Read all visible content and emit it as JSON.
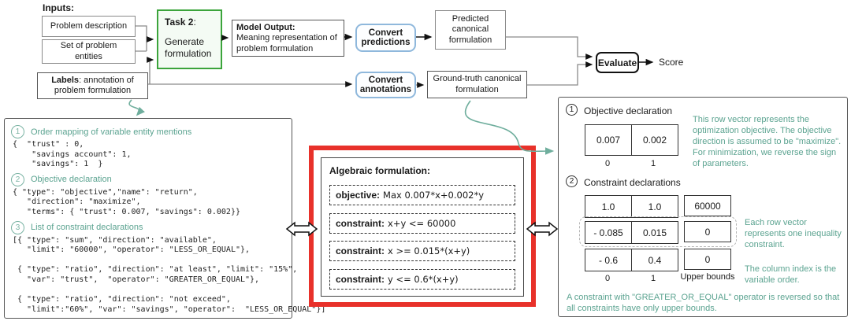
{
  "colors": {
    "accent_teal": "#5ba390",
    "task_green": "#3ba43b",
    "convert_blue": "#8fb8dc",
    "frame_red": "#e8312a"
  },
  "flow": {
    "inputs_label": "Inputs:",
    "problem_description": "Problem description",
    "problem_entities": "Set of problem entities",
    "task": {
      "title": "Task 2",
      "colon": ":",
      "subtitle": "Generate formulation"
    },
    "model_output": {
      "title": "Model Output:",
      "body": "Meaning representation of problem formulation"
    },
    "convert_predictions": "Convert predictions",
    "predicted_canonical": "Predicted canonical formulation",
    "labels_box": {
      "bold": "Labels",
      "rest": ": annotation of problem formulation"
    },
    "convert_annotations": "Convert annotations",
    "ground_truth": "Ground-truth canonical formulation",
    "evaluate": "Evaluate",
    "score": "Score"
  },
  "left_panel": {
    "item1": {
      "num": "1",
      "title": "Order mapping of variable entity mentions",
      "code": [
        "{  \"trust\" : 0,",
        "    \"savings account\": 1,",
        "    \"savings\": 1  }"
      ]
    },
    "item2": {
      "num": "2",
      "title": "Objective declaration",
      "code": [
        "{ \"type\": \"objective\",\"name\": \"return\",",
        "   \"direction\": \"maximize\",",
        "   \"terms\": { \"trust\": 0.007, \"savings\": 0.002}}"
      ]
    },
    "item3": {
      "num": "3",
      "title": "List of constraint declarations",
      "code": [
        "[{ \"type\": \"sum\", \"direction\": \"available\",",
        "   \"limit\": \"60000\", \"operator\": \"LESS_OR_EQUAL\"},",
        "",
        " { \"type\": \"ratio\", \"direction\": \"at least\", \"limit\": \"15%\",",
        "   \"var\": \"trust\",  \"operator\": \"GREATER_OR_EQUAL\"},",
        "",
        " { \"type\": \"ratio\", \"direction\": \"not exceed\",",
        "   \"limit\":\"60%\", \"var\": \"savings\", \"operator\":  \"LESS_OR_EQUAL\"}]"
      ]
    }
  },
  "algebraic": {
    "title": "Algebraic formulation:",
    "rows": [
      {
        "label": "objective:",
        "formula": "Max 0.007*x+0.002*y"
      },
      {
        "label": "constraint:",
        "formula": "x+y <= 60000"
      },
      {
        "label": "constraint:",
        "formula": "x >= 0.015*(x+y)"
      },
      {
        "label": "constraint:",
        "formula": "y <= 0.6*(x+y)"
      }
    ]
  },
  "right_panel": {
    "item1": {
      "num": "1",
      "title": "Objective declaration"
    },
    "objective_vector": {
      "cells": [
        "0.007",
        "0.002"
      ],
      "indices": [
        "0",
        "1"
      ]
    },
    "note1": "This row vector represents the optimization objective. The objective direction is assumed to be \"maximize\". For minimization, we reverse the sign of parameters.",
    "item2": {
      "num": "2",
      "title": "Constraint declarations"
    },
    "matrix": {
      "rows": [
        [
          "1.0",
          "1.0"
        ],
        [
          "- 0.085",
          "0.015"
        ],
        [
          "- 0.6",
          "0.4"
        ]
      ],
      "bounds": [
        "60000",
        "0",
        "0"
      ],
      "indices": [
        "0",
        "1"
      ],
      "bounds_label": "Upper bounds"
    },
    "note2": "Each row vector represents one inequality constraint.",
    "note3": "The column index is the variable order.",
    "note4": "A constraint with \"GREATER_OR_EQUAL\" operator is reversed so that all constraints have only upper bounds."
  }
}
